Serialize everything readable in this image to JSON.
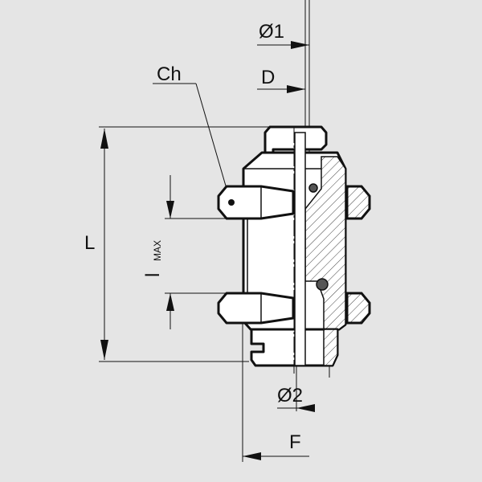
{
  "labels": {
    "d1": "Ø1",
    "d": "D",
    "ch": "Ch",
    "l_total": "L",
    "l_max": "l",
    "l_max_sub": "MAX",
    "d2": "Ø2",
    "f": "F"
  },
  "colors": {
    "background": "#e5e5e5",
    "line": "#111111",
    "oring": "#555555"
  }
}
